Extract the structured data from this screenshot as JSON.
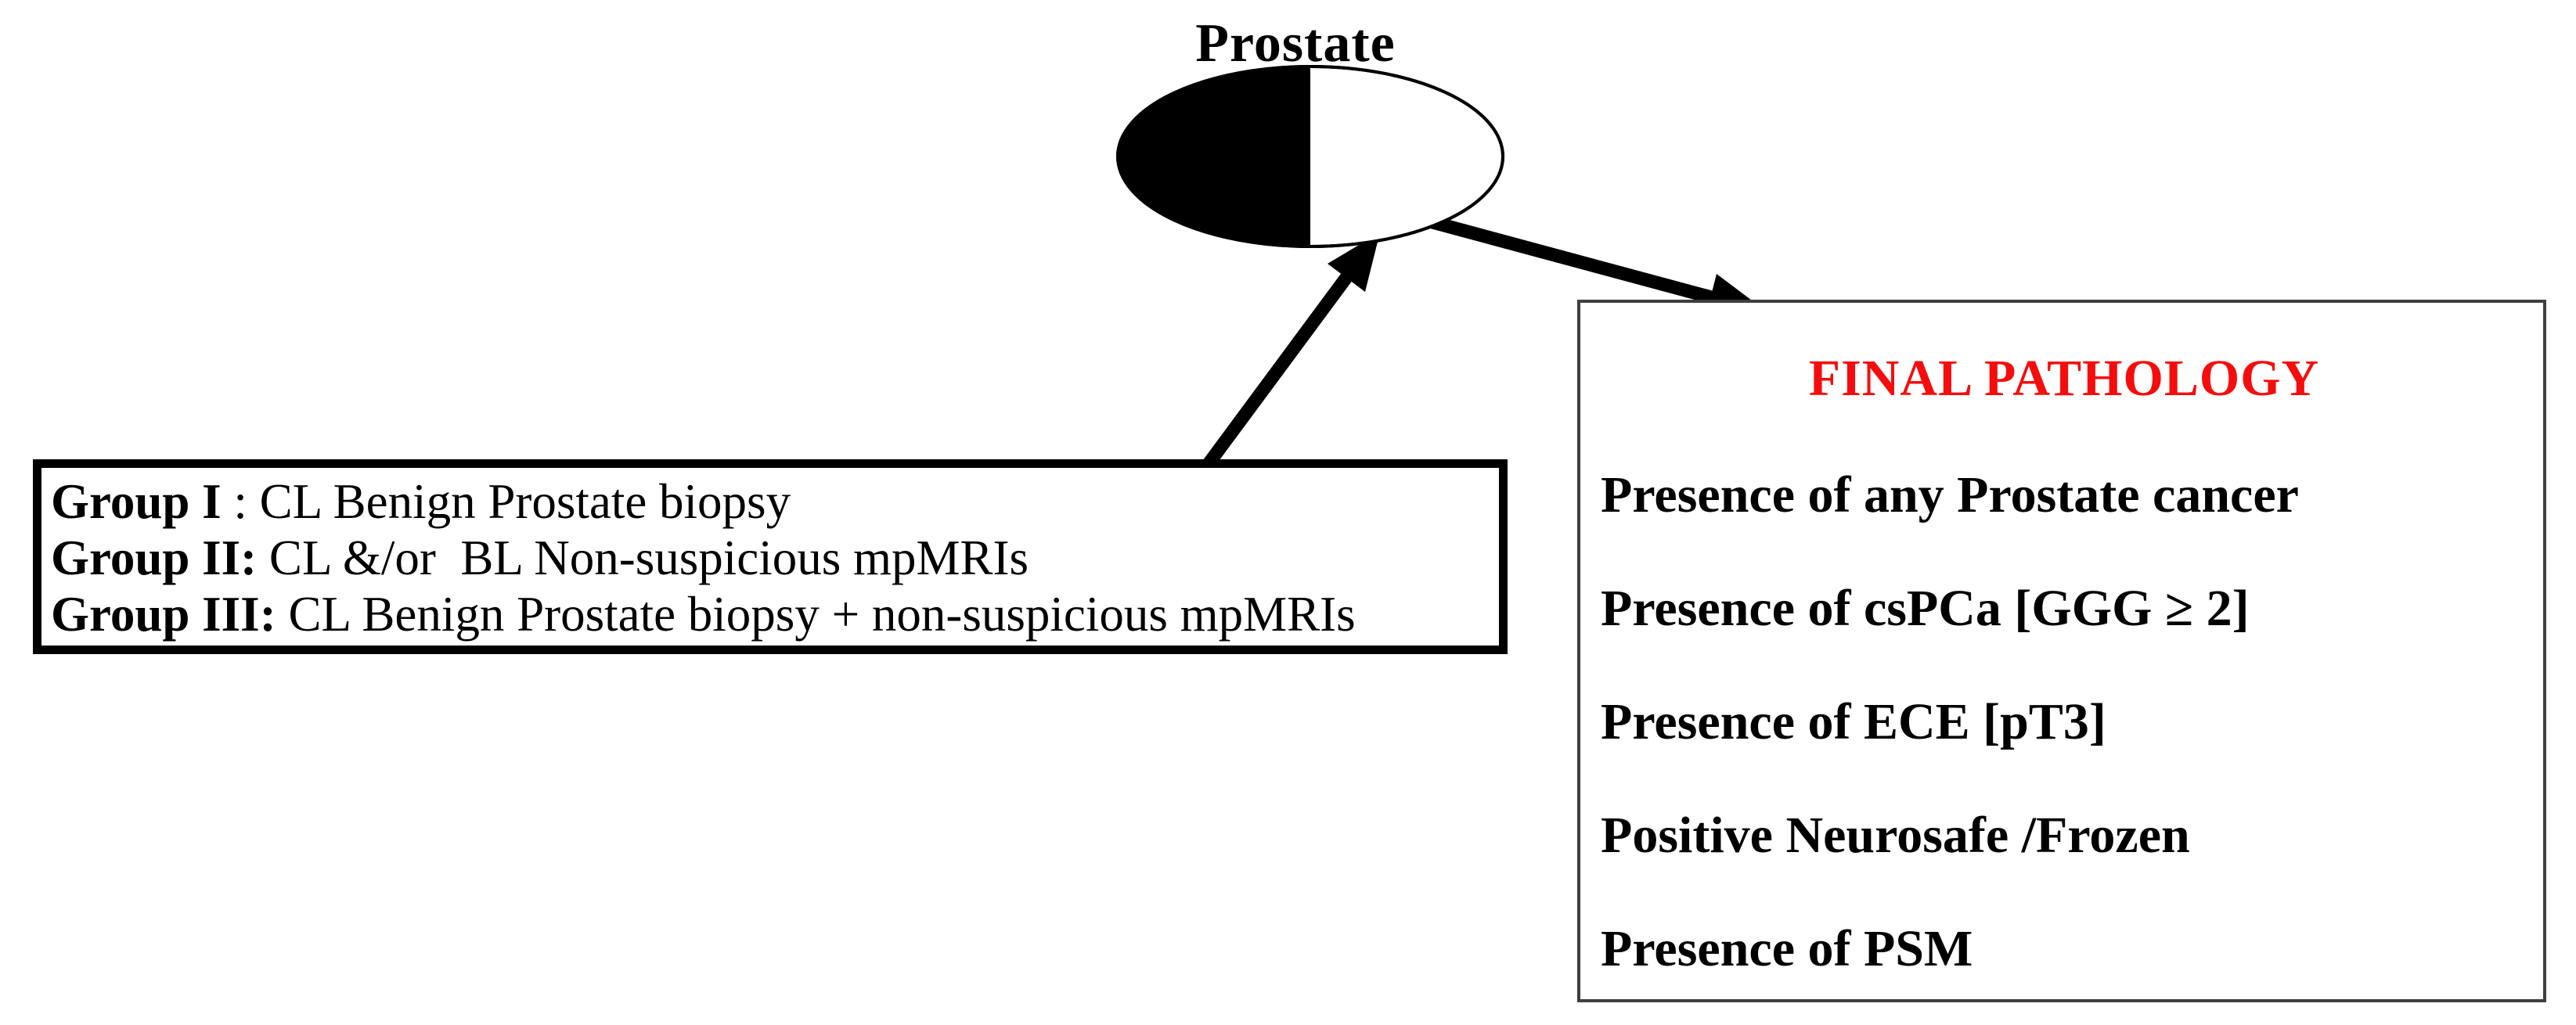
{
  "title": "Prostate",
  "groups_box": {
    "lines": [
      {
        "label": "Group I",
        "text": " : CL Benign Prostate biopsy"
      },
      {
        "label": "Group II:",
        "text": " CL &/or  BL Non-suspicious mpMRIs"
      },
      {
        "label": "Group III:",
        "text": " CL Benign Prostate biopsy + non-suspicious mpMRIs"
      }
    ]
  },
  "pathology_box": {
    "title": "FINAL PATHOLOGY",
    "items": [
      "Presence of any Prostate cancer",
      "Presence of csPCa [GGG ≥ 2]",
      "Presence of ECE [pT3]",
      "Positive Neurosafe /Frozen",
      "Presence of PSM"
    ]
  },
  "colors": {
    "ink": "#000000",
    "pathology_title": "#f50d0d",
    "pathology_border": "#3f3f3f",
    "ellipse_fill_left": "#000000",
    "ellipse_fill_right": "#ffffff"
  }
}
